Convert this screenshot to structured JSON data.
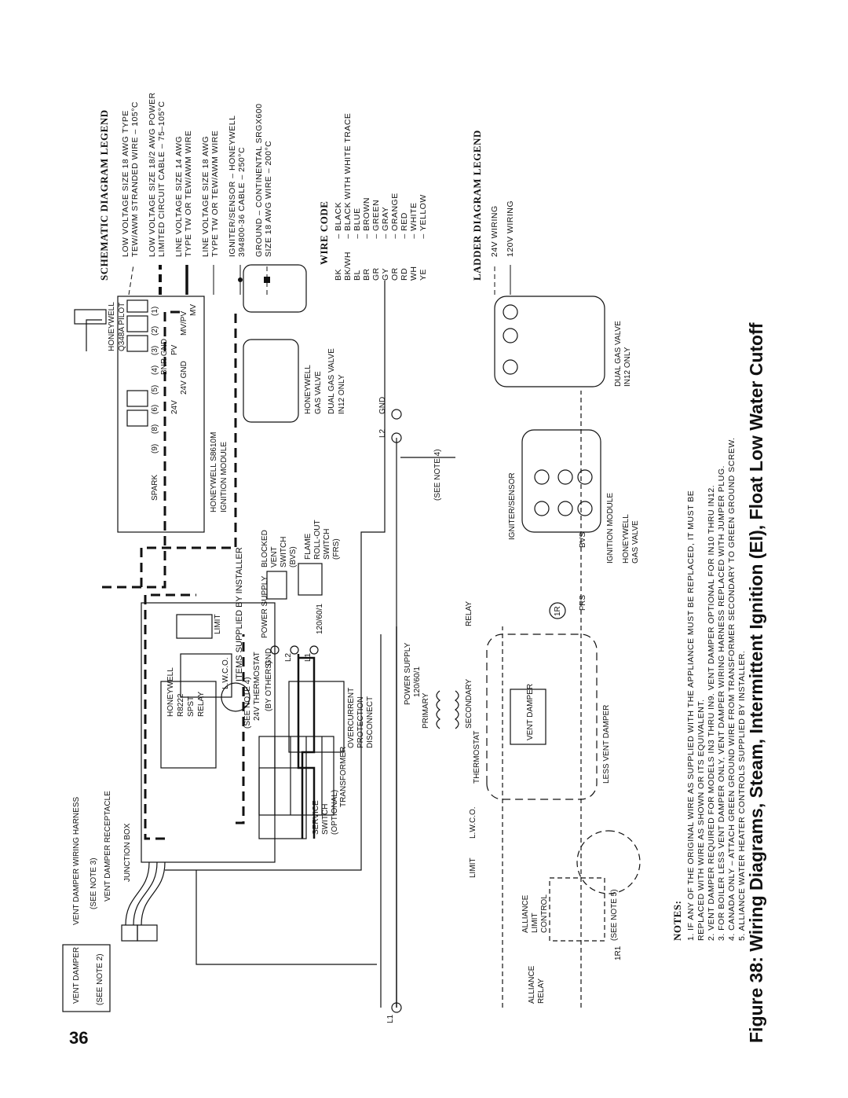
{
  "page_number": "36",
  "caption": "Figure 38: Wiring Diagrams, Steam, Intermittent Ignition (EI), Float Low Water Cutoff",
  "schematic_legend": {
    "title": "SCHEMATIC DIAGRAM LEGEND",
    "items": [
      {
        "line1": "LOW VOLTAGE SIZE 18 AWG TYPE",
        "line2": "TEW/AWM STRANDED WIRE – 105°C"
      },
      {
        "line1": "LOW VOLTAGE SIZE 18/2 AWG POWER",
        "line2": "LIMITED CIRCUIT CABLE – 75–105°C"
      },
      {
        "line1": "LINE VOLTAGE SIZE 14 AWG",
        "line2": "TYPE TW OR TEW/AWM WIRE"
      },
      {
        "line1": "LINE VOLTAGE SIZE 18 AWG",
        "line2": "TYPE TW OR TEW/AWM WIRE"
      },
      {
        "line1": "IGNITER/SENSOR – HONEYWELL",
        "line2": "394800-36 CABLE – 250°C"
      },
      {
        "line1": "GROUND – CONTINENTAL SRGX600",
        "line2": "SIZE 18 AWG WIRE – 200°C"
      }
    ]
  },
  "wire_code": {
    "title": "WIRE CODE",
    "items": [
      {
        "code": "BK",
        "name": "BLACK"
      },
      {
        "code": "BK/WH",
        "name": "BLACK WITH WHITE TRACE"
      },
      {
        "code": "BL",
        "name": "BLUE"
      },
      {
        "code": "BR",
        "name": "BROWN"
      },
      {
        "code": "GR",
        "name": "GREEN"
      },
      {
        "code": "GY",
        "name": "GRAY"
      },
      {
        "code": "OR",
        "name": "ORANGE"
      },
      {
        "code": "RD",
        "name": "RED"
      },
      {
        "code": "WH",
        "name": "WHITE"
      },
      {
        "code": "YE",
        "name": "YELLOW"
      }
    ]
  },
  "ladder_legend": {
    "title": "LADDER DIAGRAM LEGEND",
    "items": [
      "24V WIRING",
      "120V WIRING"
    ]
  },
  "notes": {
    "title": "NOTES:",
    "items": [
      "1.  IF ANY OF THE ORIGINAL WIRE AS SUPPLIED WITH THE APPLIANCE MUST BE REPLACED, IT MUST BE",
      "     REPLACED WITH WIRE AS SHOWN OR ITS EQUIVALENT.",
      "2.  VENT DAMPER REQUIRED FOR MODELS IN3 THRU IN9. VENT DAMPER OPTIONAL FOR IN10 THRU IN12.",
      "3.  FOR BOILER LESS VENT DAMPER ONLY, VENT DAMPER WIRING HARNESS REPLACED WITH JUMPER PLUG.",
      "4.  CANADA ONLY – ATTACH GREEN GROUND WIRE FROM TRANSFORMER SECONDARY TO GREEN GROUND SCREW.",
      "5.  ALLIANCE WATER HEATER CONTROLS SUPPLIED BY INSTALLER."
    ]
  },
  "schematic": {
    "vent_damper": "VENT DAMPER",
    "see_note_2": "(SEE NOTE 2)",
    "vent_damper_harness": "VENT DAMPER WIRING HARNESS",
    "see_note_3": "(SEE NOTE 3)",
    "vent_damper_receptacle": "VENT DAMPER RECEPTACLE",
    "junction_box": "JUNCTION BOX",
    "transformer": "TRANSFORMER",
    "thermostat": "24V THERMOSTAT",
    "by_others": "(BY OTHERS)",
    "see_note_4": "(SEE NOTE 4)",
    "relay1": "HONEYWELL",
    "relay2": "R8222",
    "relay3": "SPST",
    "relay4": "RELAY",
    "items_supplied": "ITEMS SUPPLIED BY INSTALLER",
    "lwco": "L.W.C.O.",
    "limit": "LIMIT",
    "power_supply": "POWER SUPPLY",
    "power_rating": "120/60/1",
    "gnd": "GND",
    "l1": "L1",
    "l2": "L2",
    "overcurrent1": "OVERCURRENT",
    "overcurrent2": "PROTECTION",
    "overcurrent3": "DISCONNECT",
    "service_switch1": "SERVICE",
    "service_switch2": "SWITCH",
    "service_switch3": "(OPTIONAL)",
    "bvs1": "BLOCKED",
    "bvs2": "VENT",
    "bvs3": "SWITCH",
    "bvs4": "(BVS)",
    "frs1": "FLAME",
    "frs2": "ROLL-OUT",
    "frs3": "SWITCH",
    "frs4": "(FRS)",
    "module1": "HONEYWELL S8610M",
    "module2": "IGNITION MODULE",
    "pilot1": "HONEYWELL",
    "pilot2": "Q348A PILOT",
    "valve1": "HONEYWELL",
    "valve2": "GAS VALVE",
    "dual1": "DUAL GAS VALVE",
    "dual2": "IN12 ONLY",
    "terminals": [
      {
        "num": "(9)",
        "name": "SPARK"
      },
      {
        "num": "(8)",
        "name": ""
      },
      {
        "num": "(6)",
        "name": "24V"
      },
      {
        "num": "(5)",
        "name": "24V GND"
      },
      {
        "num": "(4)",
        "name": "BNR GND"
      },
      {
        "num": "(3)",
        "name": "PV"
      },
      {
        "num": "(2)",
        "name": "MV/PV"
      },
      {
        "num": "(1)",
        "name": "MV"
      }
    ]
  },
  "ladder": {
    "power_supply": "POWER SUPPLY",
    "rating": "120/60/1",
    "l1": "L1",
    "l2": "L2",
    "gnd": "GND",
    "see_note_4": "(SEE NOTE 4)",
    "primary": "PRIMARY",
    "secondary": "SECONDARY",
    "thermostat": "THERMOSTAT",
    "lwco": "L.W.C.O.",
    "limit": "LIMIT",
    "relay": "RELAY",
    "relay_coil": "1R",
    "relay_contact": "1R1",
    "vent_damper": "VENT DAMPER",
    "less_vent_damper": "LESS VENT DAMPER",
    "alliance_limit1": "ALLIANCE",
    "alliance_limit2": "LIMIT",
    "alliance_limit3": "CONTROL",
    "alliance_relay1": "ALLIANCE",
    "alliance_relay2": "RELAY",
    "see_note_5": "(SEE NOTE 5)",
    "frs": "FRS",
    "bvs": "BVS",
    "ignition_module": "IGNITION MODULE",
    "igniter_sensor": "IGNITER/SENSOR",
    "gas_valve1": "HONEYWELL",
    "gas_valve2": "GAS VALVE",
    "dual1": "DUAL GAS VALVE",
    "dual2": "IN12 ONLY"
  }
}
